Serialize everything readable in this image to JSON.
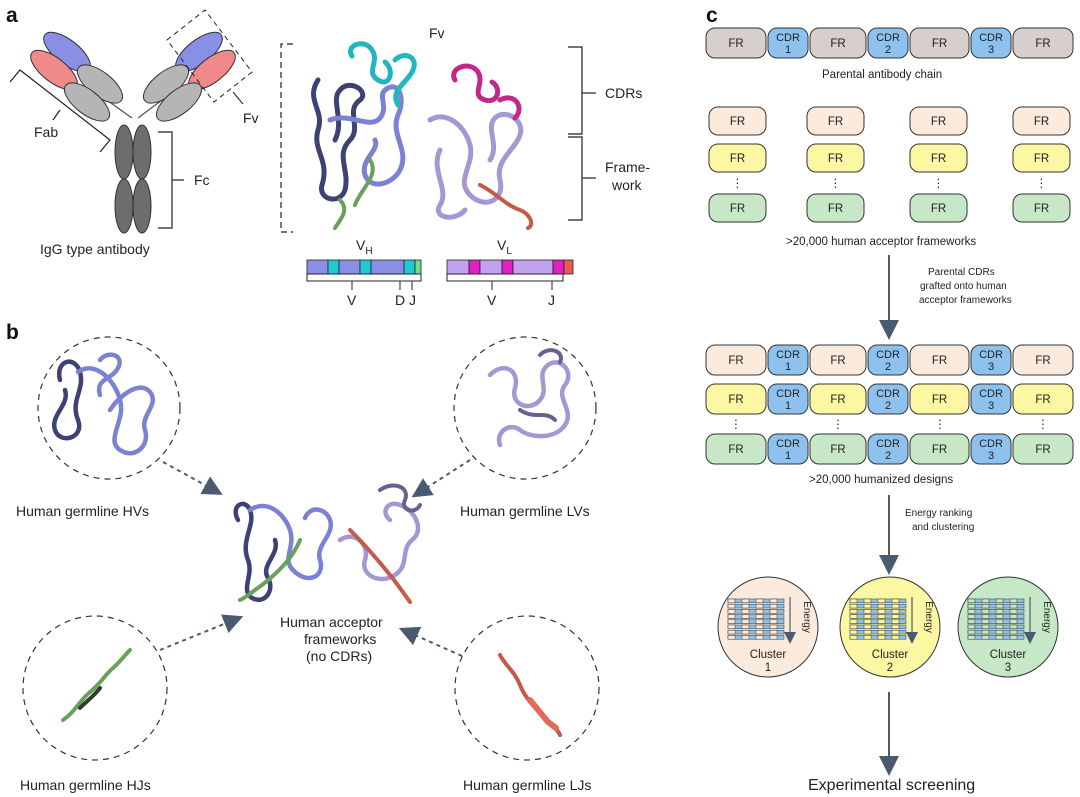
{
  "colors": {
    "fr_parent": "#d6cfcb",
    "cdr": "#8ec2ee",
    "fr_peach": "#fcebdc",
    "fr_yellow": "#fcf7a2",
    "fr_green": "#c7e8c6",
    "vh_blue": "#8a8fe6",
    "vh_cyan": "#22c8d2",
    "vh_green": "#7ad98a",
    "vl_lilac": "#c0a3ec",
    "vl_magenta": "#e020c0",
    "vl_red": "#ea5a50",
    "heavy_chain": "#7b82d4",
    "light_chain": "#a597d3",
    "hj_green": "#6aa15a",
    "lj_red": "#c45a48",
    "arrow": "#4a5a70"
  },
  "panel_a": {
    "letter": "a",
    "fab_label": "Fab",
    "fv_label_antibody": "Fv",
    "fc_label": "Fc",
    "antibody_caption": "IgG type antibody",
    "fv_title": "Fv",
    "cdrs_label": "CDRs",
    "framework_label_1": "Frame-",
    "framework_label_2": "work",
    "vh_label": "V",
    "vh_sub": "H",
    "vl_label": "V",
    "vl_sub": "L",
    "vh_segments": [
      "V",
      "D",
      "J"
    ],
    "vl_segments": [
      "V",
      "J"
    ]
  },
  "panel_b": {
    "letter": "b",
    "hv_label": "Human germline HVs",
    "lv_label": "Human germline LVs",
    "hj_label": "Human germline HJs",
    "lj_label": "Human germline LJs",
    "center_label_1": "Human acceptor",
    "center_label_2": "frameworks",
    "center_label_3": "(no CDRs)"
  },
  "panel_c": {
    "letter": "c",
    "fr": "FR",
    "cdr": "CDR",
    "cdr_nums": [
      "1",
      "2",
      "3"
    ],
    "parental_caption": "Parental antibody chain",
    "dots": "⋮",
    "acceptor_caption": ">20,000 human acceptor frameworks",
    "graft_step_1": "Parental CDRs",
    "graft_step_2": "grafted onto human",
    "graft_step_3": "acceptor frameworks",
    "designs_caption": ">20,000 humanized designs",
    "rank_step_1": "Energy ranking",
    "rank_step_2": "and clustering",
    "energy": "Energy",
    "cluster_word": "Cluster",
    "cluster_nums": [
      "1",
      "2",
      "3"
    ],
    "final_caption": "Experimental screening"
  }
}
